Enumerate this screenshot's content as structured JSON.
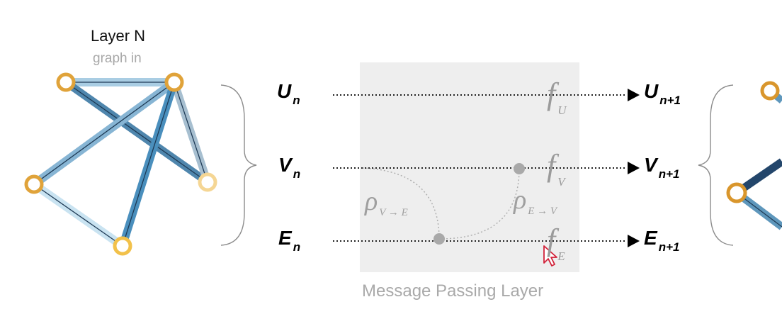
{
  "graph_in": {
    "title": "Layer N",
    "subtitle": "graph in"
  },
  "left_labels": {
    "u_main": "U",
    "u_sub": "n",
    "v_main": "V",
    "v_sub": "n",
    "e_main": "E",
    "e_sub": "n"
  },
  "right_labels": {
    "u_main": "U",
    "u_sub": "n+1",
    "v_main": "V",
    "v_sub": "n+1",
    "e_main": "E",
    "e_sub": "n+1"
  },
  "functions": {
    "fu": "f",
    "fu_sub": "U",
    "fv": "f",
    "fv_sub": "V",
    "fe": "f",
    "fe_sub": "E"
  },
  "pooling": {
    "rho1": "ρ",
    "rho1_sub": "V → E",
    "rho2": "ρ",
    "rho2_sub": "E → V"
  },
  "caption": "Message Passing Layer",
  "colors": {
    "node_ring": "#e0a33a",
    "edge_dark": "#2f5f8a",
    "edge_light": "#a9cde3",
    "box_bg": "#eeeeee",
    "cursor": "#d2223a"
  }
}
